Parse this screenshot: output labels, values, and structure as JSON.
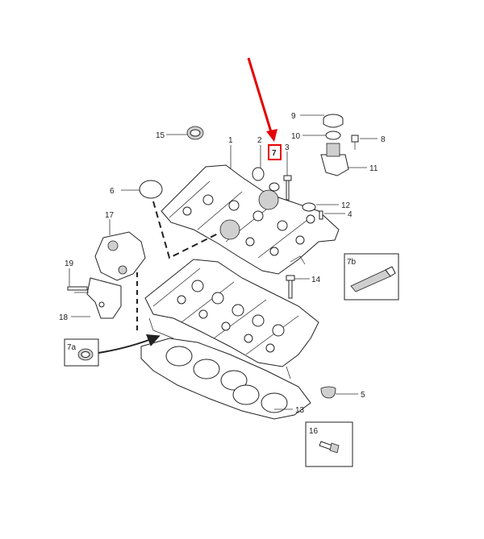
{
  "labels": {
    "p1": "1",
    "p2": "2",
    "p3": "3",
    "p4": "4",
    "p5": "5",
    "p6": "6",
    "p7": "7",
    "p7a": "7a",
    "p7b": "7b",
    "p8": "8",
    "p9": "9",
    "p10": "10",
    "p11": "11",
    "p12": "12",
    "p13": "13",
    "p14": "14",
    "p15": "15",
    "p16": "16",
    "p17": "17",
    "p18": "18",
    "p19": "19"
  },
  "colors": {
    "highlight": "#e60000",
    "arrow": "#e60000",
    "line": "#222222",
    "shade": "#cfcfcf"
  }
}
